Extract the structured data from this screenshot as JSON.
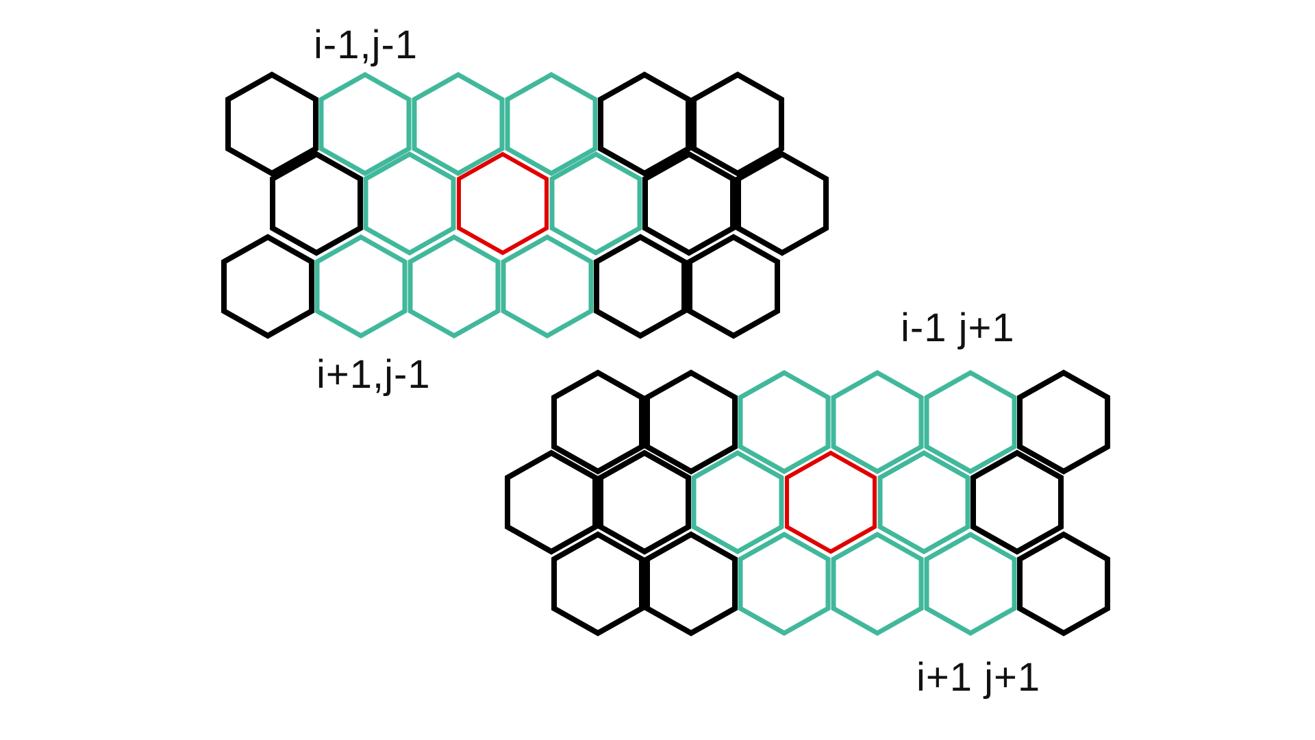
{
  "labels": {
    "top_left": "i-1,j-1",
    "bottom_left": "i+1,j-1",
    "top_right": "i-1 j+1",
    "bottom_right": "i+1 j+1"
  },
  "colors": {
    "plain": "#000000",
    "neighbor": "#41b89b",
    "center": "#e00000"
  }
}
